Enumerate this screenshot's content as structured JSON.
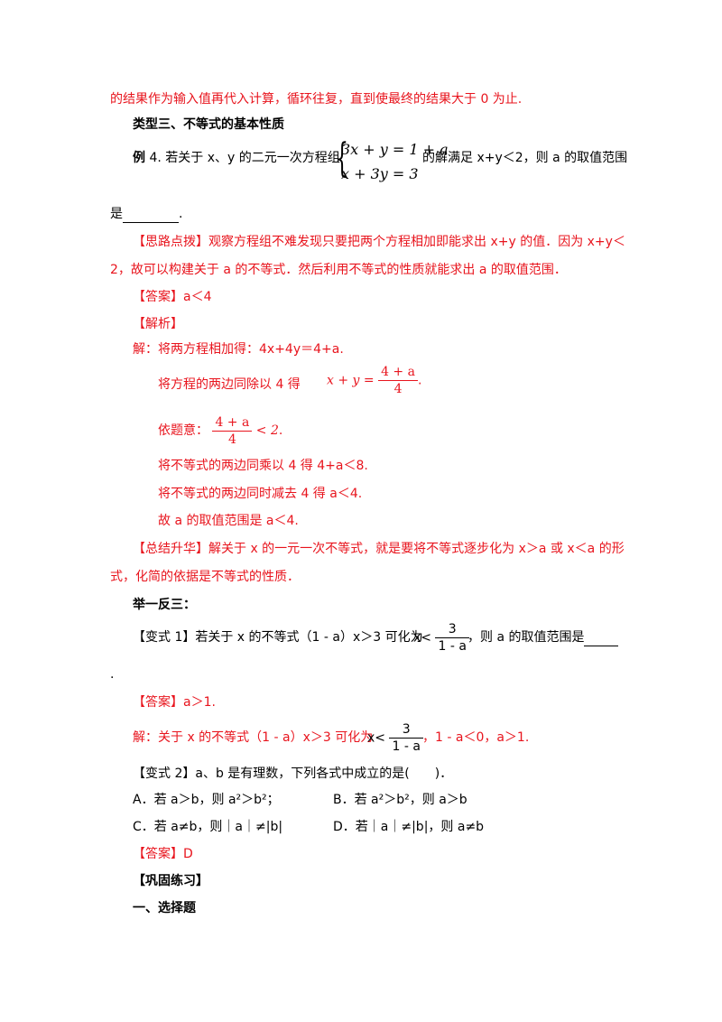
{
  "intro_line": "的结果作为输入值再代入计算，循环往复，直到使最终的结果大于 0 为止.",
  "section_title": "类型三、不等式的基本性质",
  "example4": {
    "label": "例",
    "number": "4.",
    "text_before": "若关于 x、y 的二元一次方程组",
    "eq1": "3x + y = 1 + a",
    "eq2": "x + 3y = 3",
    "text_after": "的解满足 x+y＜2，则 a 的取值范围",
    "line2": "是",
    "line2_end": "."
  },
  "hint": {
    "tag": "【思路点拨】",
    "line1": "观察方程组不难发现只要把两个方程相加即能求出 x+y 的值．因为 x+y＜",
    "line2": "2，故可以构建关于 a 的不等式．然后利用不等式的性质就能求出 a 的取值范围．"
  },
  "answer1": "【答案】a＜4",
  "analysis_tag": "【解析】",
  "solution": {
    "step1": "解：将两方程相加得：4x+4y＝4+a.",
    "step2": "将方程的两边同除以 4 得",
    "step2_lhs": "x + y =",
    "step2_num": "4 + a",
    "step2_den": "4",
    "step2_end": ".",
    "step3": "依题意：",
    "step3_num": "4 + a",
    "step3_den": "4",
    "step3_rhs": "< 2",
    "step3_end": ".",
    "step4": "将不等式的两边同乘以 4 得 4+a＜8.",
    "step5": "将不等式的两边同时减去 4 得 a＜4.",
    "step6": "故 a 的取值范围是 a＜4."
  },
  "summary": {
    "tag": "【总结升华】",
    "line1": "解关于 x 的一元一次不等式，就是要将不等式逐步化为 x＞a 或 x＜a 的形",
    "line2": "式，化简的依据是不等式的性质．"
  },
  "practice_title": "举一反三：",
  "variant1": {
    "tag": "【变式 1】",
    "text": "若关于 x 的不等式（1 - a）x＞3 可化为",
    "lhs": "x<",
    "num": "3",
    "den": "1 - a",
    "tail": "，则 a 的取值范围是",
    "dot": "."
  },
  "answer2": "【答案】a＞1.",
  "solution2": {
    "text": "解：关于 x 的不等式（1 - a）x＞3 可化为",
    "lhs": "x<",
    "num": "3",
    "den": "1 - a",
    "tail": "，1 - a＜0，a＞1."
  },
  "variant2": {
    "tag": "【变式 2】",
    "text": "a、b 是有理数，下列各式中成立的是(　　)．",
    "optA": "A．若 a＞b，则 a²＞b²；",
    "optB": "B．若 a²＞b²，则 a＞b",
    "optC": "C．若 a≠b，则｜a｜≠|b|",
    "optD": "D．若｜a｜≠|b|，则 a≠b"
  },
  "answer3": "【答案】D",
  "consolidate": "【巩固练习】",
  "section_one": "一、选择题",
  "colors": {
    "red": "#e8141d",
    "black": "#000000"
  }
}
